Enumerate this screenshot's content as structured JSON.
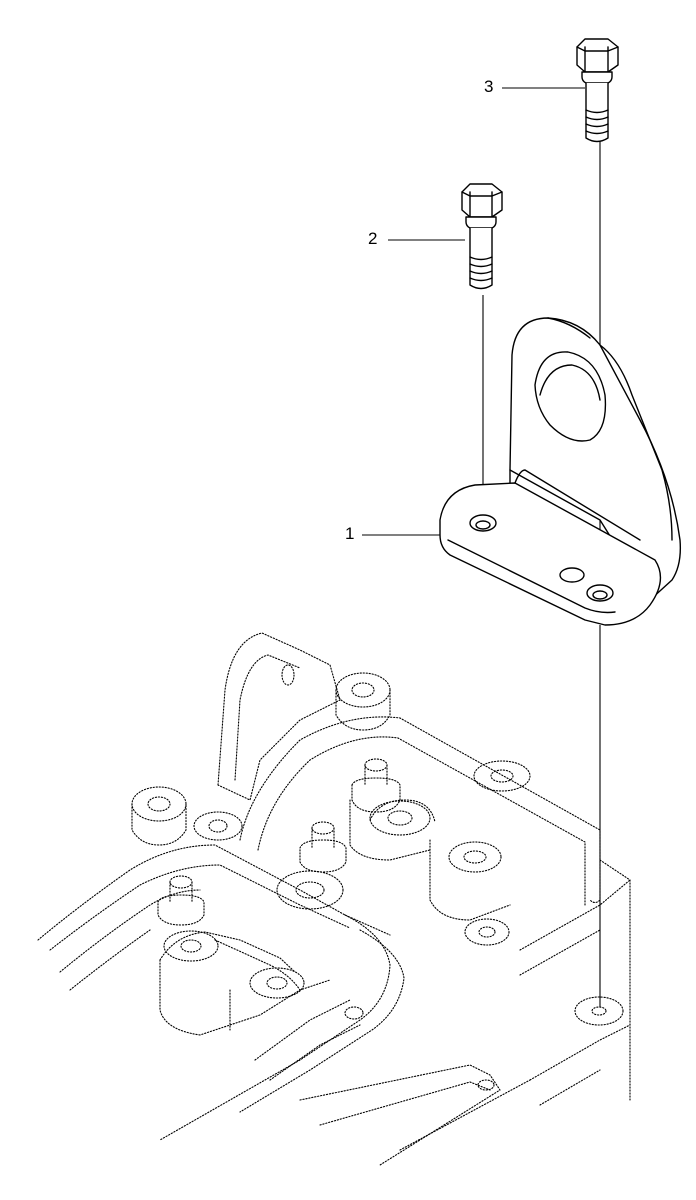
{
  "diagram": {
    "callouts": [
      {
        "id": "callout-1",
        "label": "1"
      },
      {
        "id": "callout-2",
        "label": "2"
      },
      {
        "id": "callout-3",
        "label": "3"
      }
    ]
  },
  "colors": {
    "line": "#000000",
    "background": "#ffffff"
  }
}
